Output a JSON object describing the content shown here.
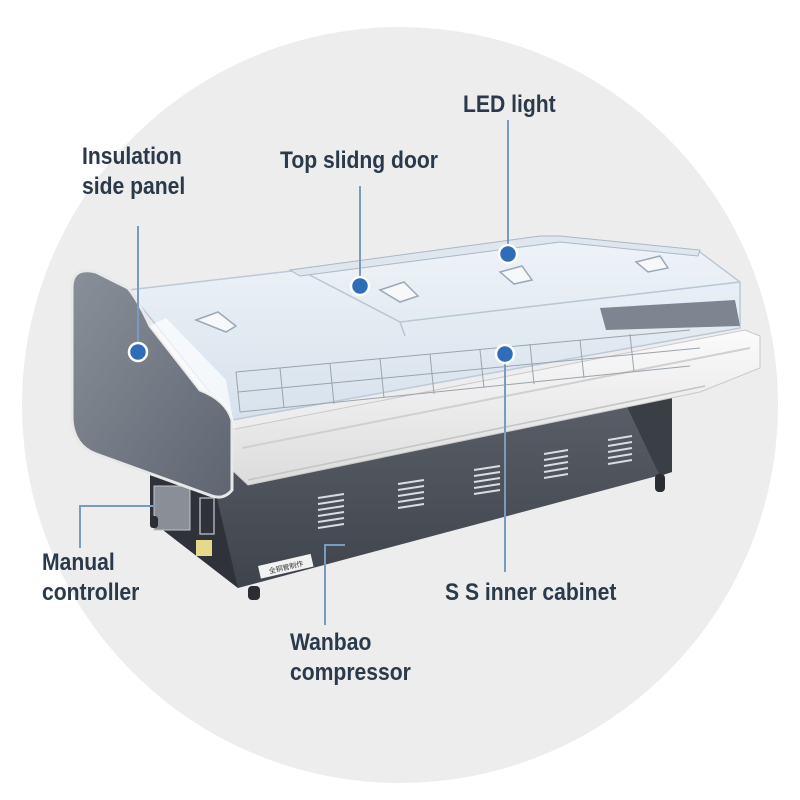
{
  "callouts": {
    "insulation_panel": {
      "line1": "Insulation",
      "line2": "side panel"
    },
    "top_door": "Top slidng door",
    "led_light": "LED light",
    "manual_controller": {
      "line1": "Manual",
      "line2": "controller"
    },
    "ss_cabinet": "S S inner cabinet",
    "compressor": {
      "line1": "Wanbao",
      "line2": "compressor"
    }
  },
  "sticker_text": "全铜管制作",
  "colors": {
    "backdrop_circle": "#ededed",
    "leader_line": "#7a9bc0",
    "dot": "#2f6db8",
    "panel_gray": "#6f7682",
    "base_dark": "#4b5058",
    "label_text": "#2b3a4a"
  }
}
